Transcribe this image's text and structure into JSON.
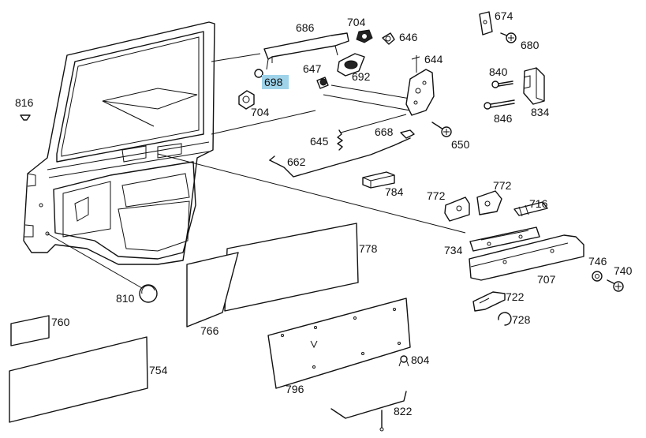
{
  "highlight_color": "#9fd3ea",
  "parts": {
    "p686": "686",
    "p704a": "704",
    "p646": "646",
    "p674": "674",
    "p680": "680",
    "p644": "644",
    "p692": "692",
    "p647": "647",
    "p698": "698",
    "p704b": "704",
    "p840": "840",
    "p846": "846",
    "p834": "834",
    "p816": "816",
    "p668": "668",
    "p645": "645",
    "p650": "650",
    "p662": "662",
    "p784": "784",
    "p772a": "772",
    "p772b": "772",
    "p716": "716",
    "p778": "778",
    "p734": "734",
    "p746": "746",
    "p740": "740",
    "p707": "707",
    "p722": "722",
    "p810": "810",
    "p728": "728",
    "p760": "760",
    "p766": "766",
    "p754": "754",
    "p804": "804",
    "p796": "796",
    "p822": "822"
  },
  "highlighted_part": "698"
}
